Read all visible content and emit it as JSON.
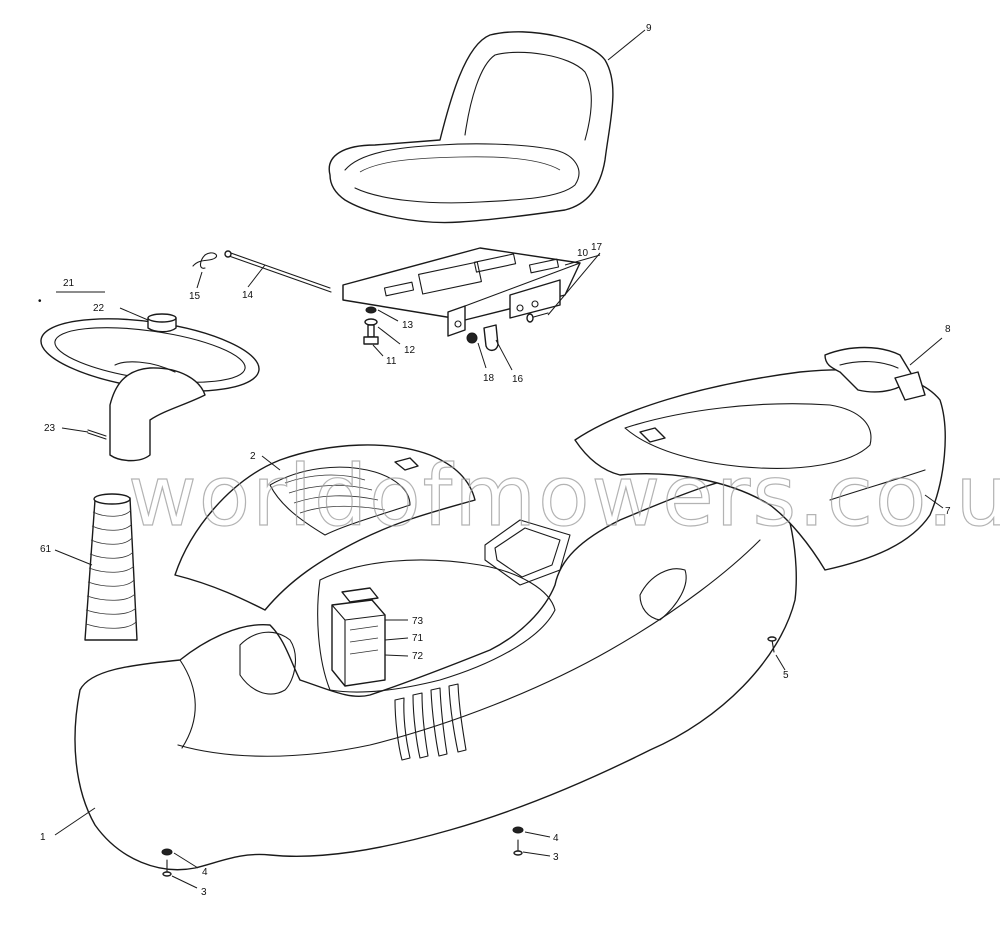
{
  "watermark": "worldofmowers.co.uk",
  "callouts": {
    "c1": "1",
    "c2": "2",
    "c3a": "3",
    "c3b": "3",
    "c4a": "4",
    "c4b": "4",
    "c5": "5",
    "c7": "7",
    "c8": "8",
    "c9": "9",
    "c10": "10",
    "c11": "11",
    "c12": "12",
    "c13": "13",
    "c14": "14",
    "c15": "15",
    "c16": "16",
    "c17": "17",
    "c18": "18",
    "c21": "21",
    "c22": "22",
    "c23": "23",
    "c61": "61",
    "c71": "71",
    "c72": "72",
    "c73": "73"
  },
  "icons": {
    "bullet": "•"
  },
  "colors": {
    "line": "#1a1a1a",
    "watermark": "#9a9a9a",
    "background": "#ffffff"
  }
}
